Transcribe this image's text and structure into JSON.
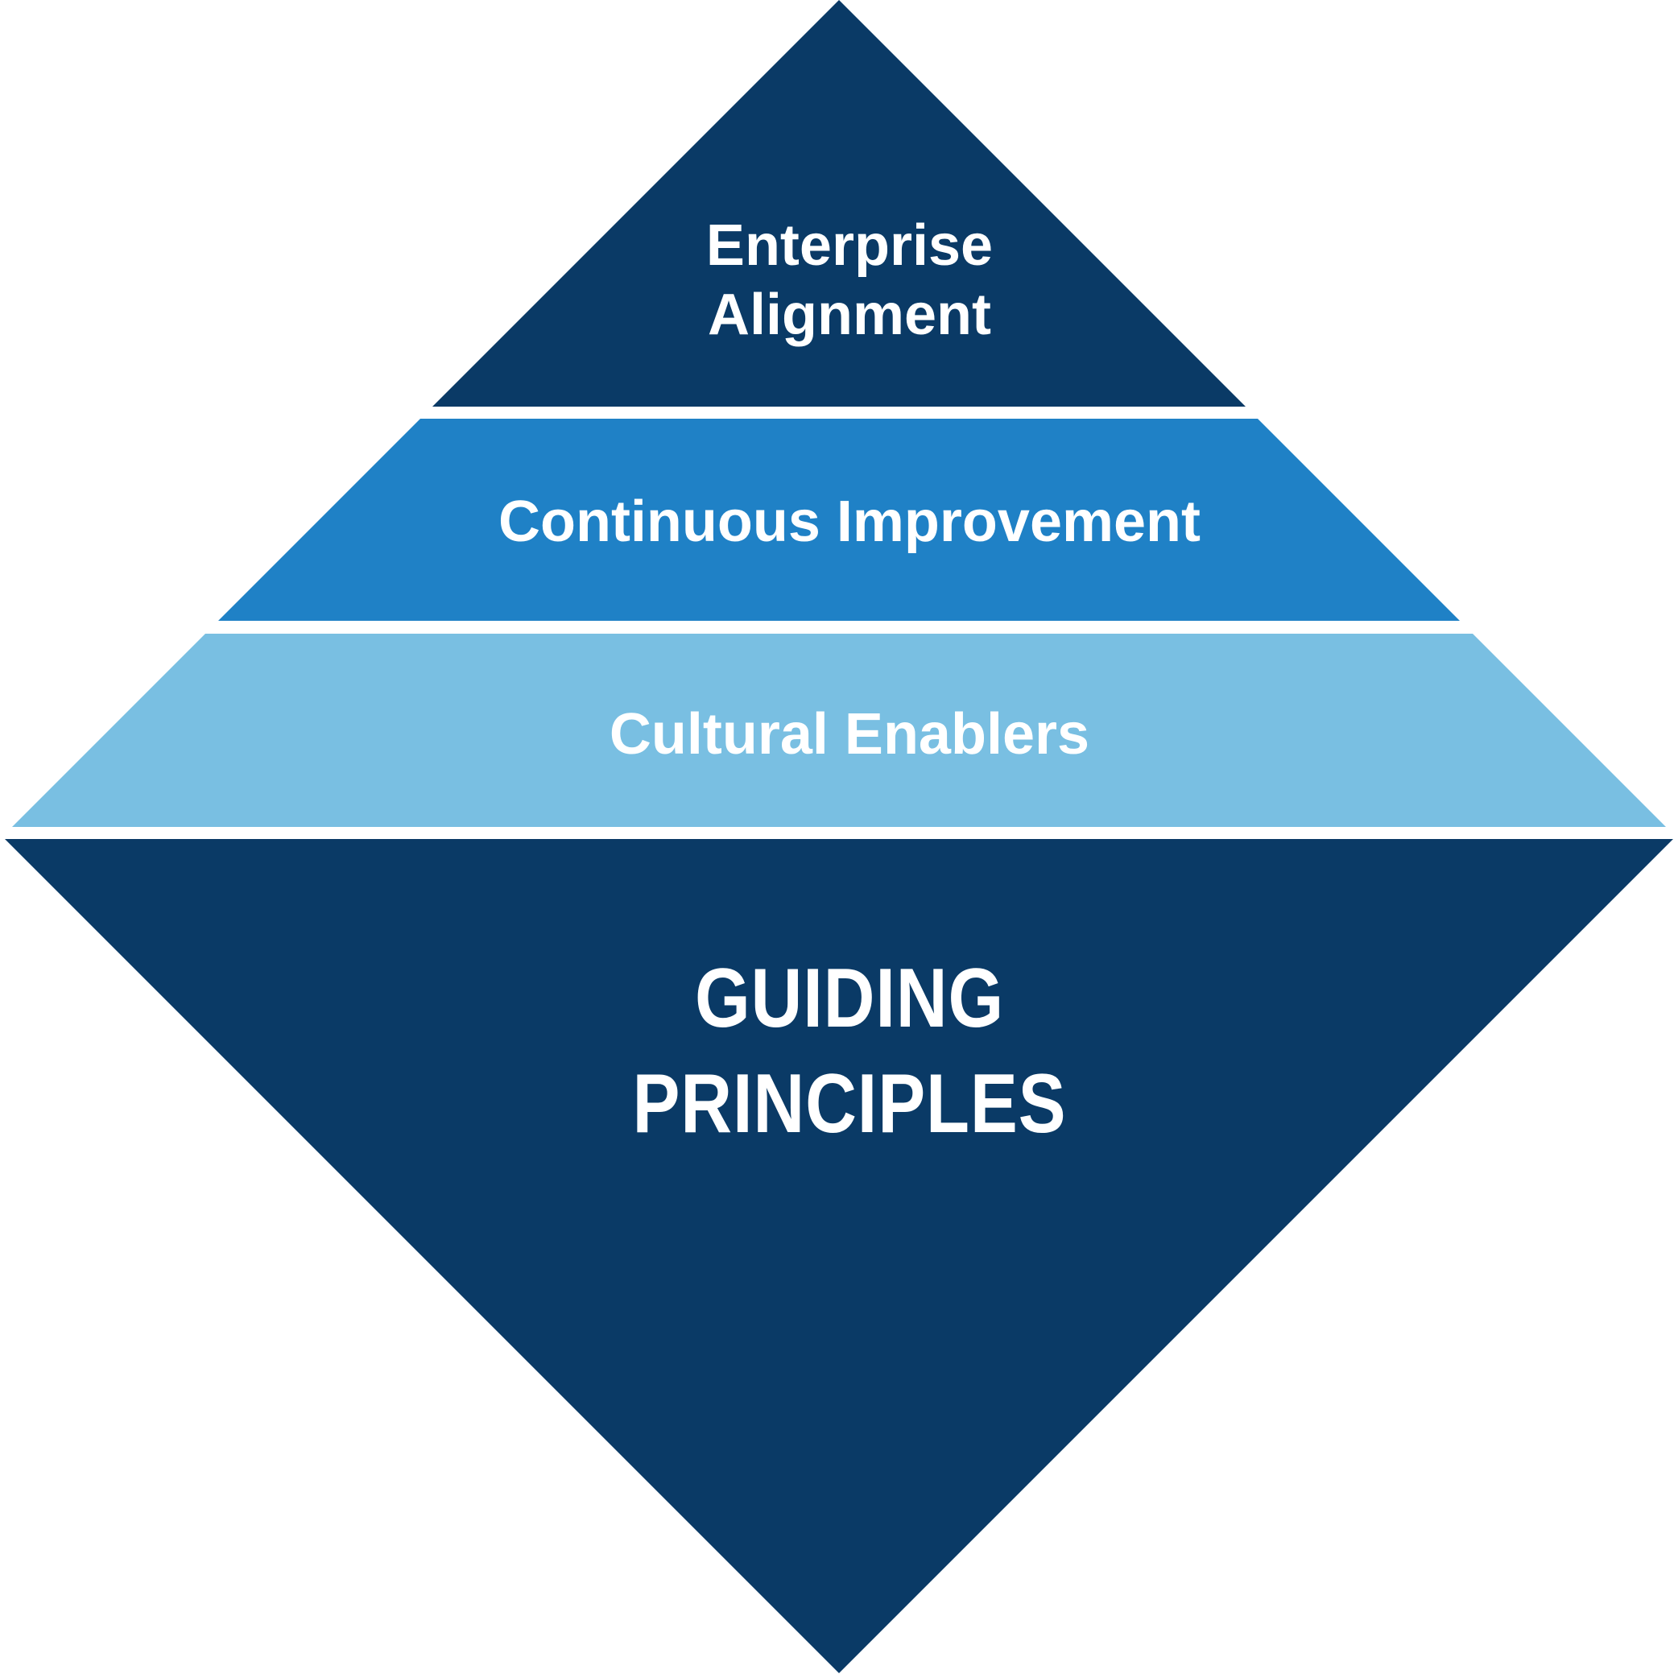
{
  "diagram": {
    "name": "layered-diamond-model",
    "colors": {
      "background": "#ffffff",
      "navy": "#0a3a66",
      "blue": "#1f81c6",
      "light_blue": "#79bfe2",
      "separator": "#ffffff",
      "text": "#ffffff"
    },
    "levels": [
      {
        "label": "Enterprise Alignment",
        "lines": [
          "Enterprise",
          "Alignment"
        ],
        "color": "#0a3a66"
      },
      {
        "label": "Continuous Improvement",
        "lines": [
          "Continuous Improvement"
        ],
        "color": "#1f81c6"
      },
      {
        "label": "Cultural Enablers",
        "lines": [
          "Cultural Enablers"
        ],
        "color": "#79bfe2"
      },
      {
        "label": "GUIDING PRINCIPLES",
        "lines": [
          "GUIDING",
          "PRINCIPLES"
        ],
        "color": "#0a3a66"
      }
    ]
  }
}
